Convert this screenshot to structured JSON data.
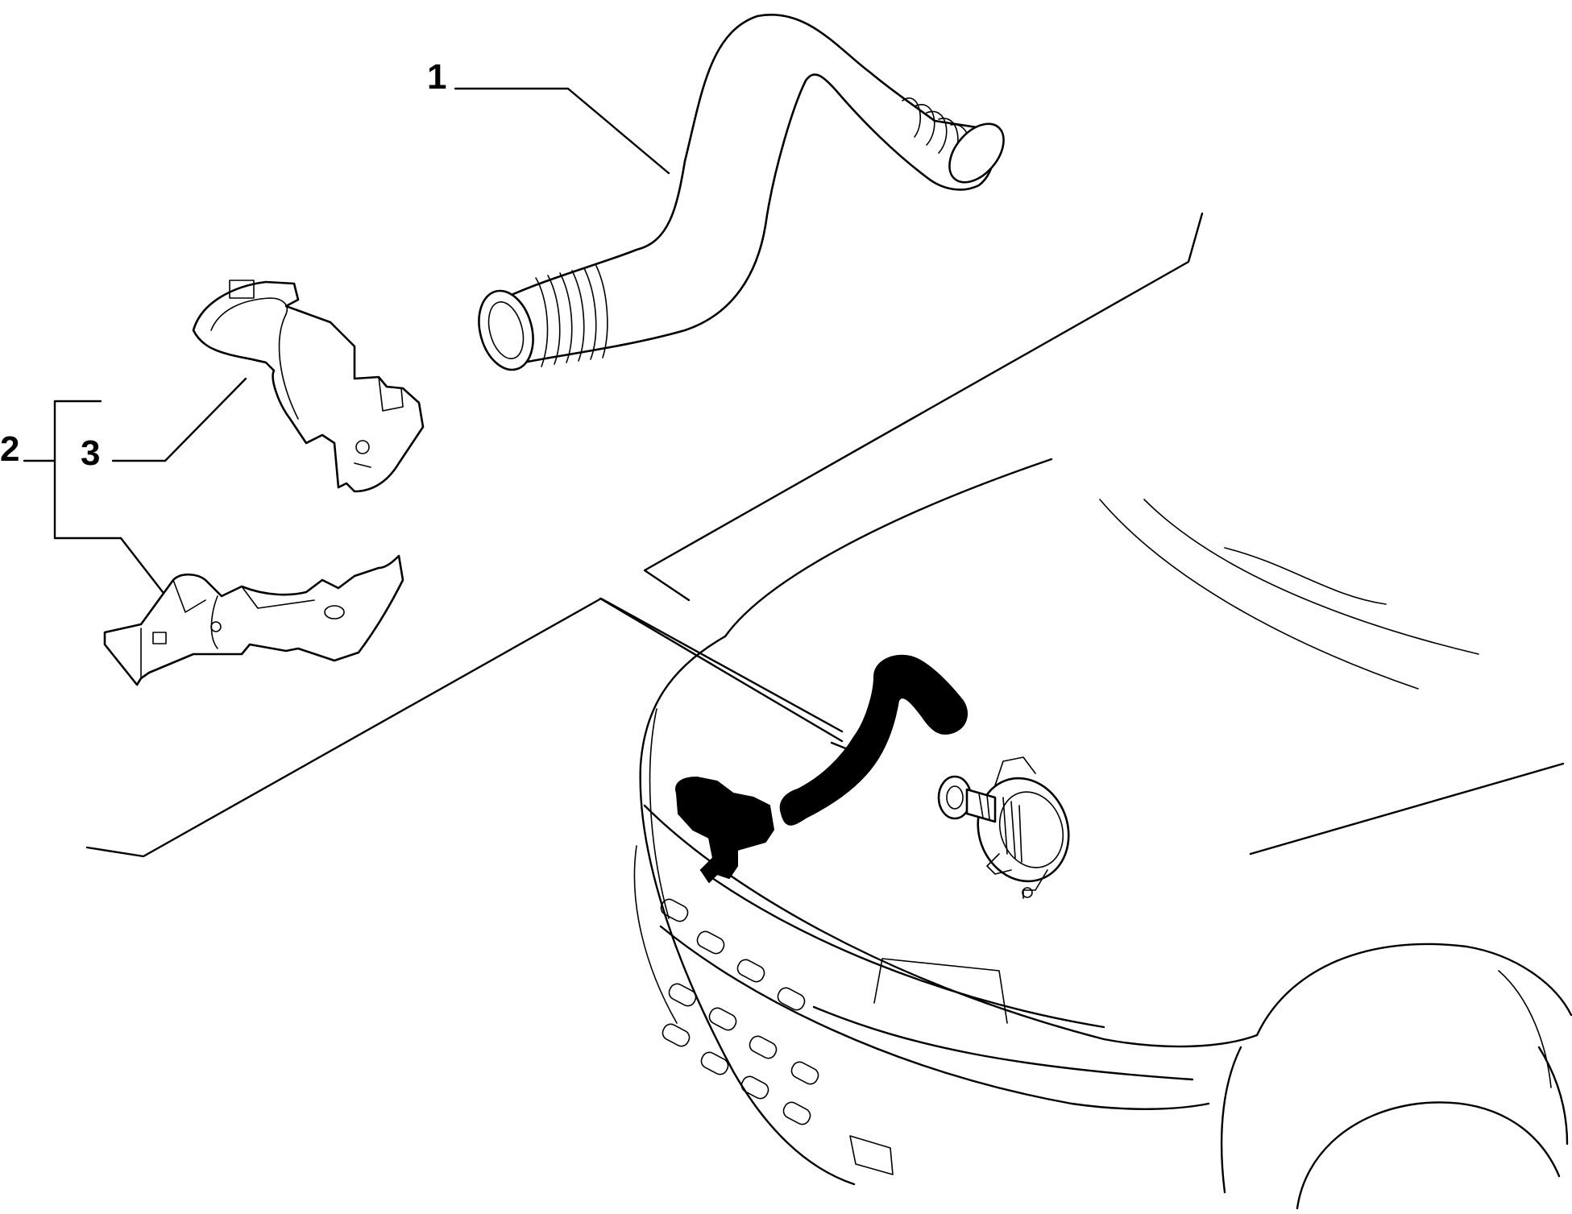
{
  "callouts": {
    "c1": {
      "label": "1"
    },
    "c2": {
      "label": "2"
    },
    "c3": {
      "label": "3"
    }
  },
  "colors": {
    "line": "#000000",
    "background": "#ffffff"
  }
}
